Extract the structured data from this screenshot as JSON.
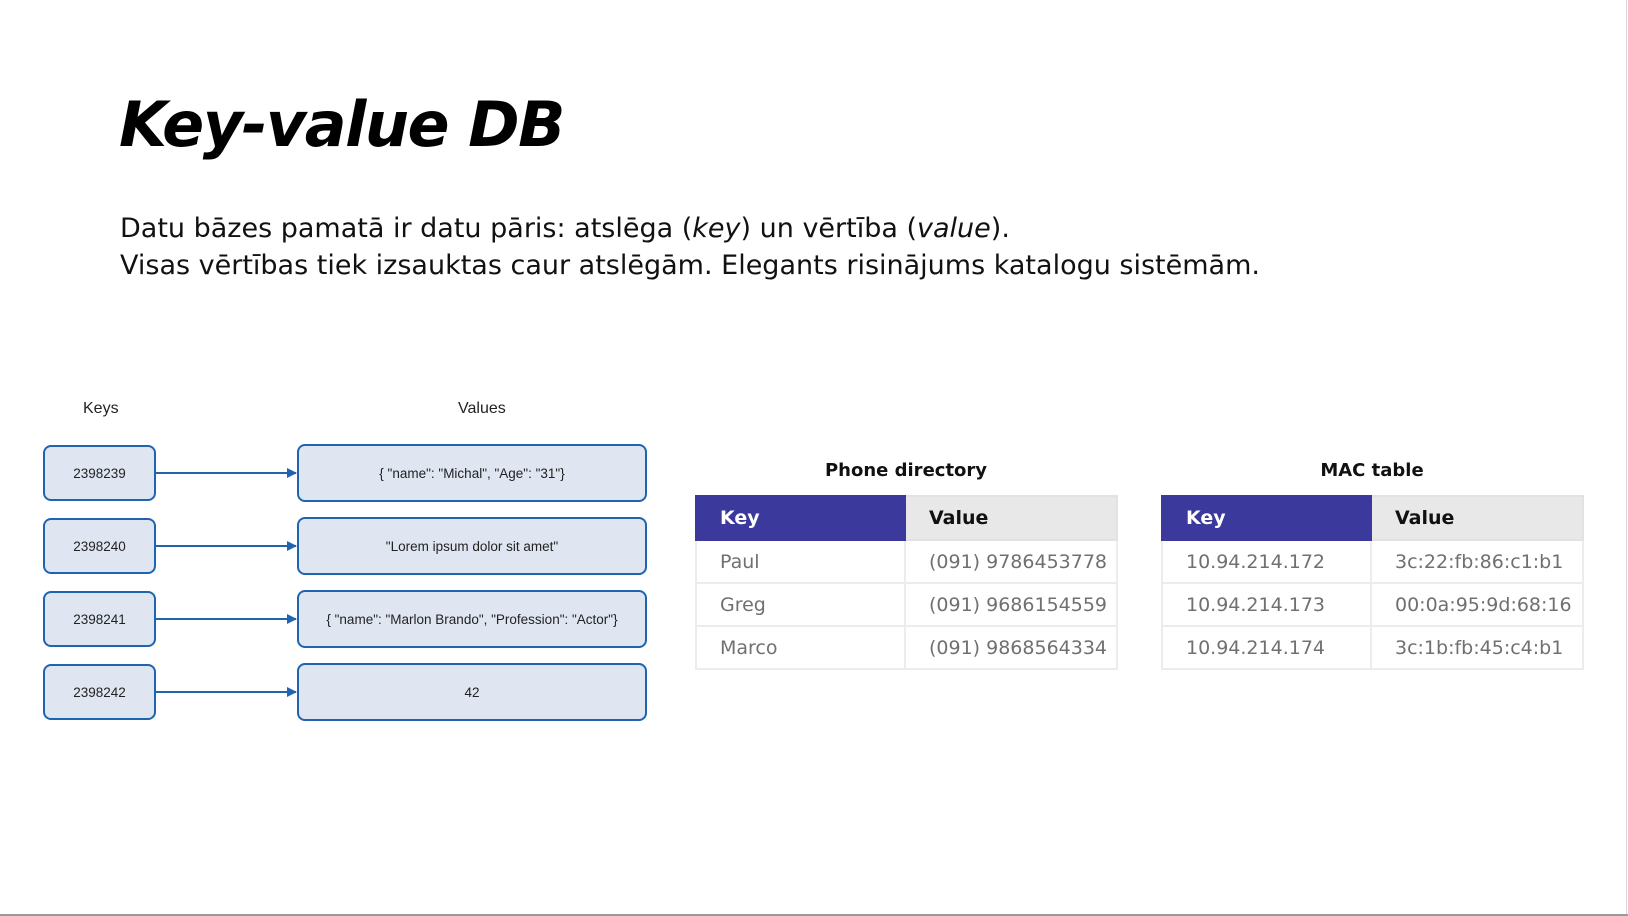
{
  "slide": {
    "title": "Key-value DB",
    "body_line1_a": "Datu bāzes pamatā ir datu pāris: atslēga (",
    "body_line1_key": "key",
    "body_line1_b": ") un vērtība (",
    "body_line1_value": "value",
    "body_line1_c": ").",
    "body_line2": "Visas vērtības tiek izsauktas caur atslēgām. Elegants risinājums katalogu sistēmām."
  },
  "diagram": {
    "keys_header": "Keys",
    "values_header": "Values",
    "rows": [
      {
        "key": "2398239",
        "value": "{ \"name\": \"Michal\", \"Age\": \"31\"}"
      },
      {
        "key": "2398240",
        "value": "\"Lorem ipsum dolor sit amet\""
      },
      {
        "key": "2398241",
        "value": "{ \"name\": \"Marlon Brando\", \"Profession\": \"Actor\"}"
      },
      {
        "key": "2398242",
        "value": "42"
      }
    ],
    "colors": {
      "box_fill": "#dfe6f1",
      "box_border": "#1f64b0",
      "arrow": "#1f64b0"
    }
  },
  "phone_directory": {
    "title": "Phone directory",
    "headers": [
      "Key",
      "Value"
    ],
    "rows": [
      [
        "Paul",
        "(091) 9786453778"
      ],
      [
        "Greg",
        "(091) 9686154559"
      ],
      [
        "Marco",
        "(091) 9868564334"
      ]
    ]
  },
  "mac_table": {
    "title": "MAC table",
    "headers": [
      "Key",
      "Value"
    ],
    "rows": [
      [
        "10.94.214.172",
        "3c:22:fb:86:c1:b1"
      ],
      [
        "10.94.214.173",
        "00:0a:95:9d:68:16"
      ],
      [
        "10.94.214.174",
        "3c:1b:fb:45:c4:b1"
      ]
    ]
  },
  "colors": {
    "table_key_header": "#3b3a9c",
    "table_value_header": "#e8e8e8"
  }
}
